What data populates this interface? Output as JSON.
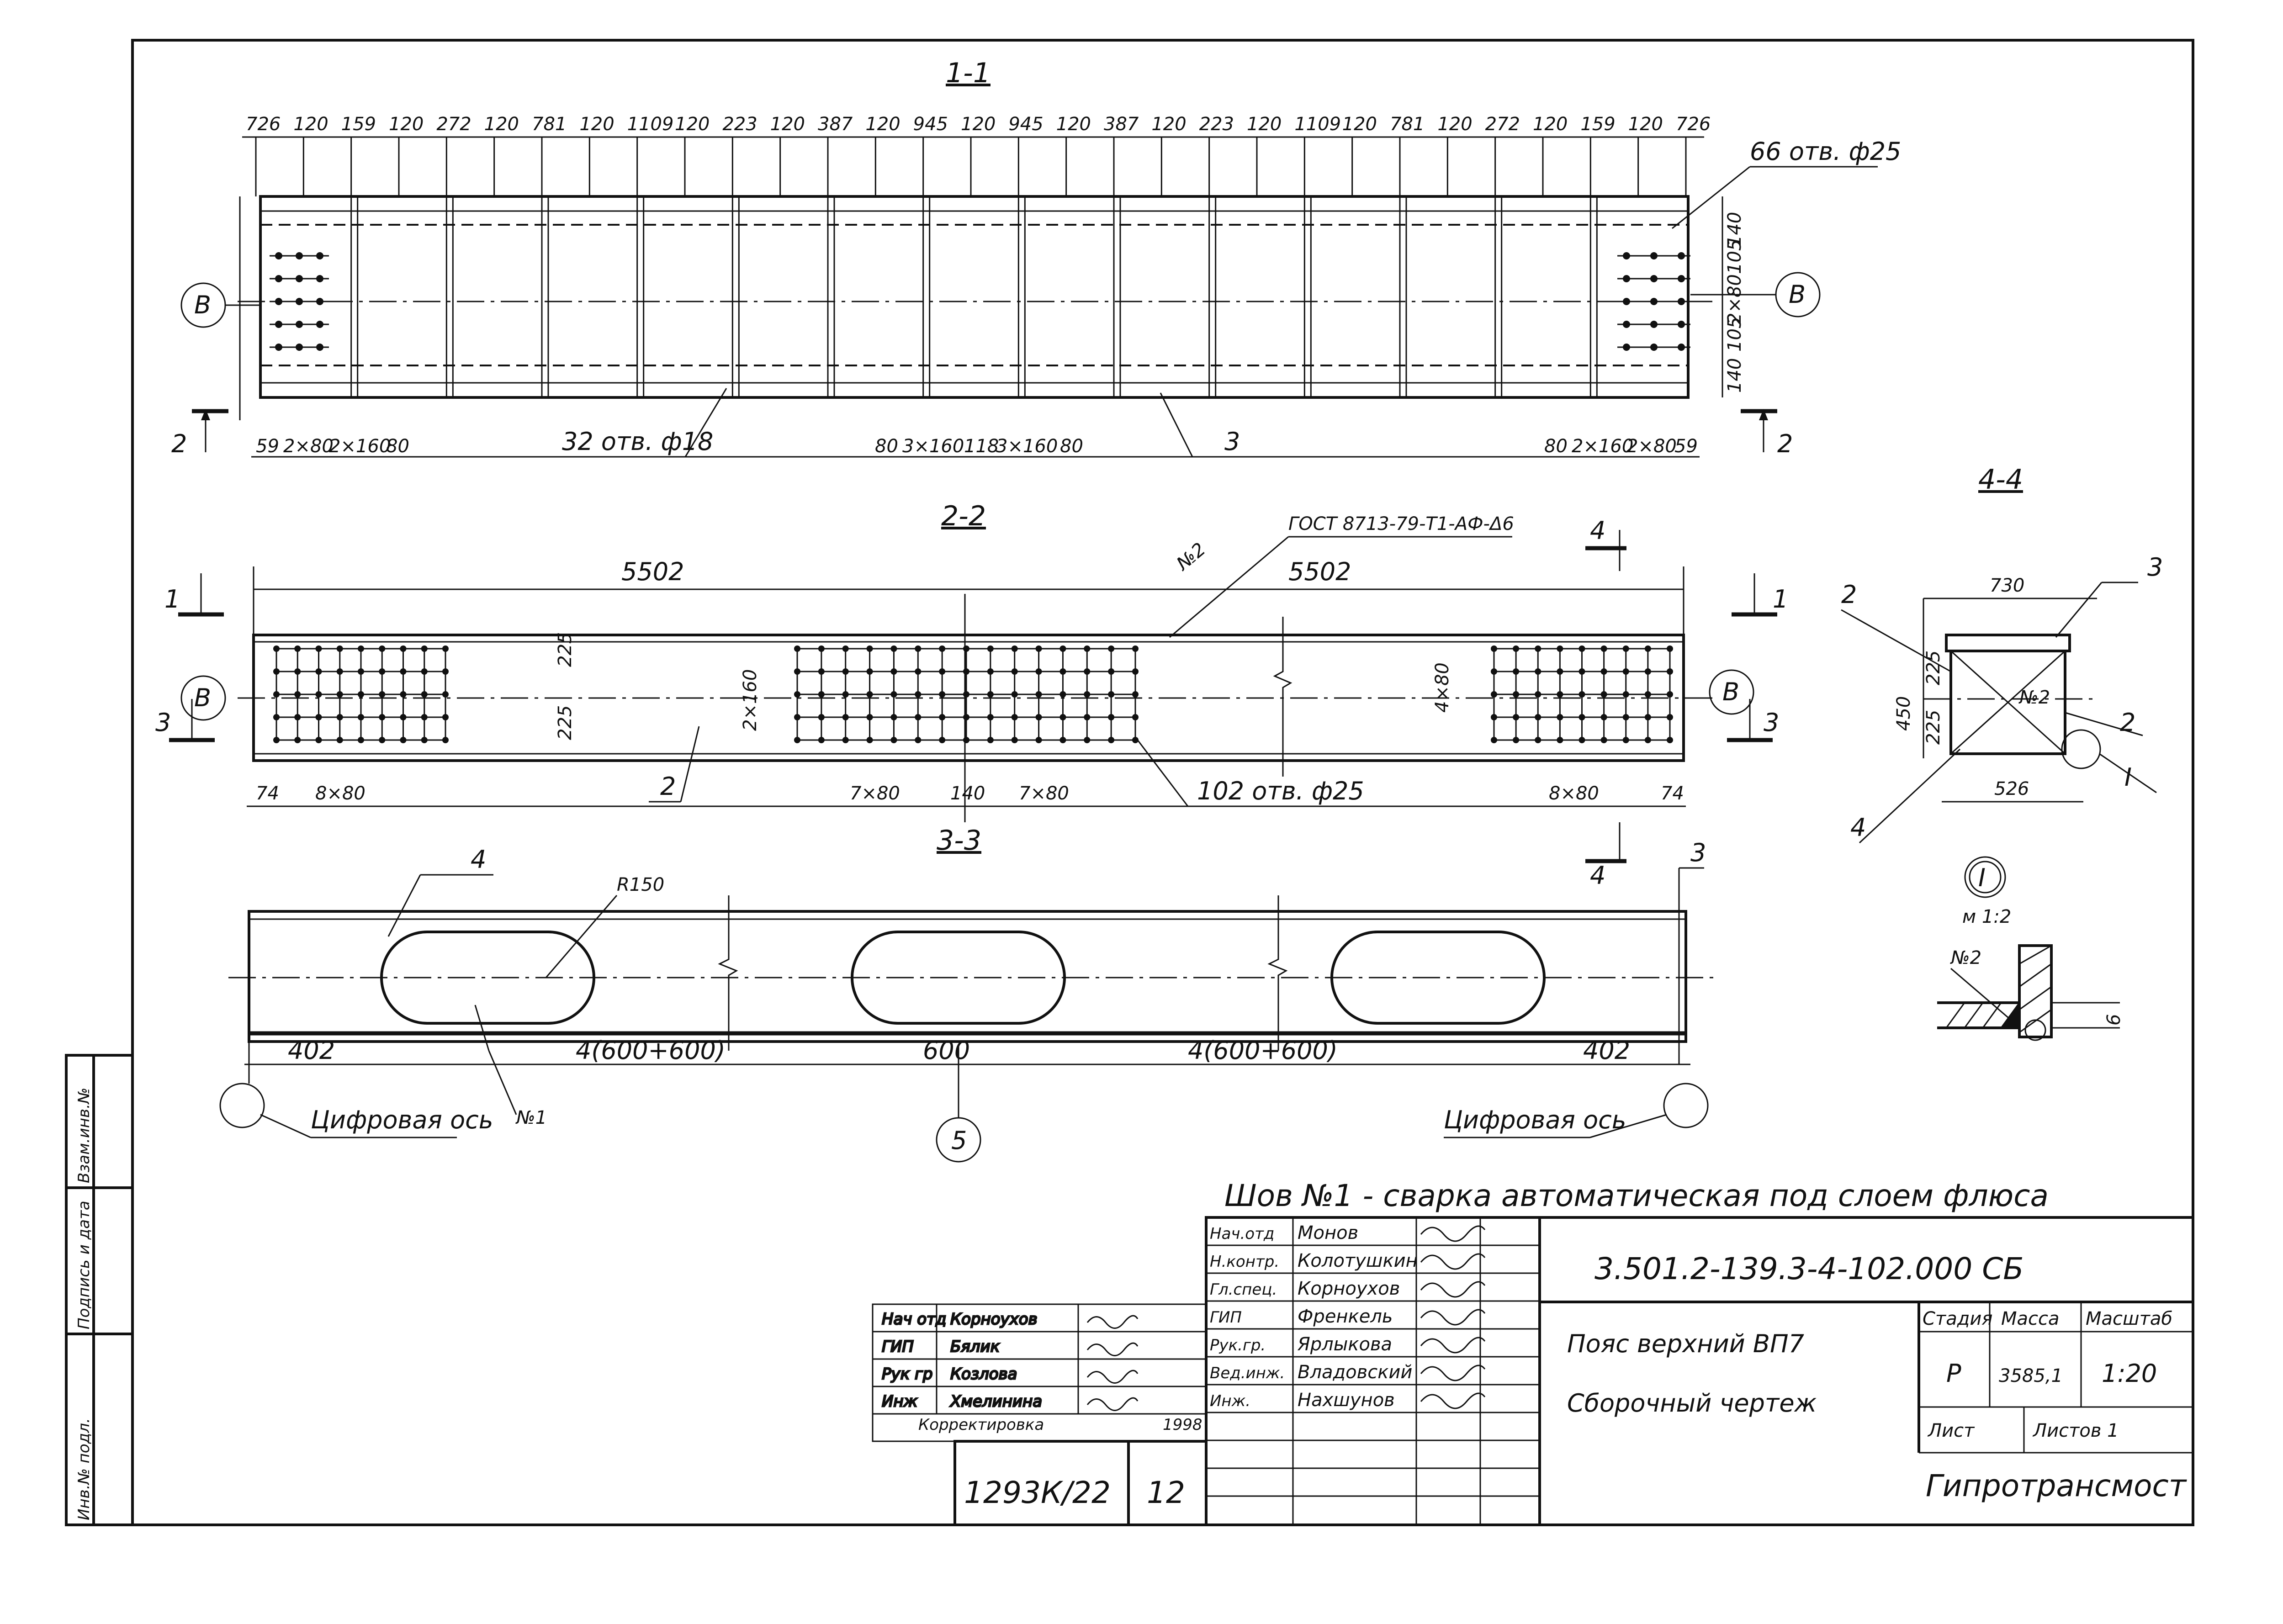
{
  "sections": {
    "s11": "1-1",
    "s22": "2-2",
    "s33": "3-3",
    "s44": "4-4",
    "node": "I",
    "node_scale": "м 1:2"
  },
  "axes": {
    "b": "В",
    "axis5": "5",
    "digital_axis": "Цифровая ось"
  },
  "cut_marks": {
    "c1": "1",
    "c2": "2",
    "c3": "3",
    "c4": "4"
  },
  "view11": {
    "top_dims": [
      "726",
      "120",
      "159",
      "120",
      "272",
      "120",
      "781",
      "120",
      "1109",
      "120",
      "223",
      "120",
      "387",
      "120",
      "945",
      "120",
      "945",
      "120",
      "387",
      "120",
      "223",
      "120",
      "1109",
      "120",
      "781",
      "120",
      "272",
      "120",
      "159",
      "120",
      "726"
    ],
    "right_dims": [
      "140",
      "105",
      "2×80",
      "105",
      "140"
    ],
    "holes_right": "66 отв. ф25",
    "holes_left": "32 отв. ф18",
    "bottom_dims_left": [
      "59",
      "2×80",
      "2×160",
      "80"
    ],
    "bottom_dims_mid": [
      "80",
      "3×160",
      "118",
      "3×160",
      "80"
    ],
    "bottom_dims_right": [
      "80",
      "2×160",
      "2×80",
      "59"
    ],
    "pos3": "3"
  },
  "view22": {
    "len_left": "5502",
    "len_right": "5502",
    "gost": "ГОСТ 8713-79-Т1-АФ-Δ6",
    "weld2": "№2",
    "pos2": "2",
    "h_top": "225",
    "h_bot": "225",
    "mid_v": "2×160",
    "right_v": "4×80",
    "bottom_dims": [
      "74",
      "8×80",
      "7×80",
      "140",
      "7×80",
      "8×80",
      "74"
    ],
    "holes": "102 отв. ф25"
  },
  "view33": {
    "pos4": "4",
    "radius": "R150",
    "weld1": "№1",
    "pos3": "3",
    "dims": [
      "402",
      "4(600+600)",
      "600",
      "4(600+600)",
      "402"
    ]
  },
  "view44": {
    "width_top": "730",
    "width_bot": "526",
    "h_total": "450",
    "h_top": "225",
    "h_bot": "225",
    "weld2": "№2",
    "pos2a": "2",
    "pos2b": "2",
    "pos3": "3",
    "pos4": "4",
    "node": "I"
  },
  "detail": {
    "weld2": "№2",
    "size": "6"
  },
  "weld_note": "Шов №1 - сварка автоматическая под слоем флюса",
  "doc_code": "3.501.2-139.3-4-102.000 СБ",
  "name_line1": "Пояс верхний ВП7",
  "name_line2": "Сборочный чертеж",
  "stage_hdr": "Стадия",
  "mass_hdr": "Масса",
  "scale_hdr": "Масштаб",
  "stage": "Р",
  "mass": "3585,1",
  "scale": "1:20",
  "sheet": "Лист",
  "sheets": "Листов 1",
  "org": "Гипротрансмост",
  "signers": [
    {
      "role": "Нач.отд",
      "name": "Монов"
    },
    {
      "role": "Н.контр.",
      "name": "Колотушкин"
    },
    {
      "role": "Гл.спец.",
      "name": "Корноухов"
    },
    {
      "role": "ГИП",
      "name": "Френкель"
    },
    {
      "role": "Рук.гр.",
      "name": "Ярлыкова"
    },
    {
      "role": "Вед.инж.",
      "name": "Владовский"
    },
    {
      "role": "Инж.",
      "name": "Нахшунов"
    }
  ],
  "correction": {
    "rows": [
      {
        "role": "Нач отд",
        "name": "Корноухов"
      },
      {
        "role": "ГИП",
        "name": "Бялик"
      },
      {
        "role": "Рук гр",
        "name": "Козлова"
      },
      {
        "role": "Инж",
        "name": "Хмелинина"
      }
    ],
    "label": "Корректировка",
    "year": "1998"
  },
  "archive_no": "1293К/22",
  "page_no": "12",
  "side_stamp": {
    "inv_orig": "Инв.№ подл.",
    "sign_date": "Подпись и дата",
    "inv_repl": "Взам.инв.№"
  }
}
